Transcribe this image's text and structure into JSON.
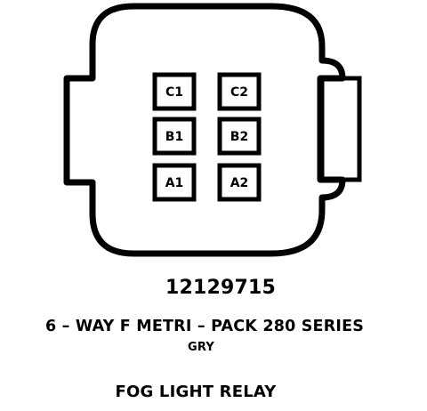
{
  "connector": {
    "part_number": "12129715",
    "type": "6 – WAY F METRI – PACK 280 SERIES",
    "color": "GRY",
    "circuit_name": "FOG LIGHT RELAY",
    "pins": [
      {
        "id": "C1",
        "column": 1,
        "row": 1
      },
      {
        "id": "C2",
        "column": 2,
        "row": 1
      },
      {
        "id": "B1",
        "column": 1,
        "row": 2
      },
      {
        "id": "B2",
        "column": 2,
        "row": 2
      },
      {
        "id": "A1",
        "column": 1,
        "row": 3
      },
      {
        "id": "A2",
        "column": 2,
        "row": 3
      }
    ]
  },
  "colors": {
    "ink": "#000000",
    "background": "#ffffff"
  }
}
